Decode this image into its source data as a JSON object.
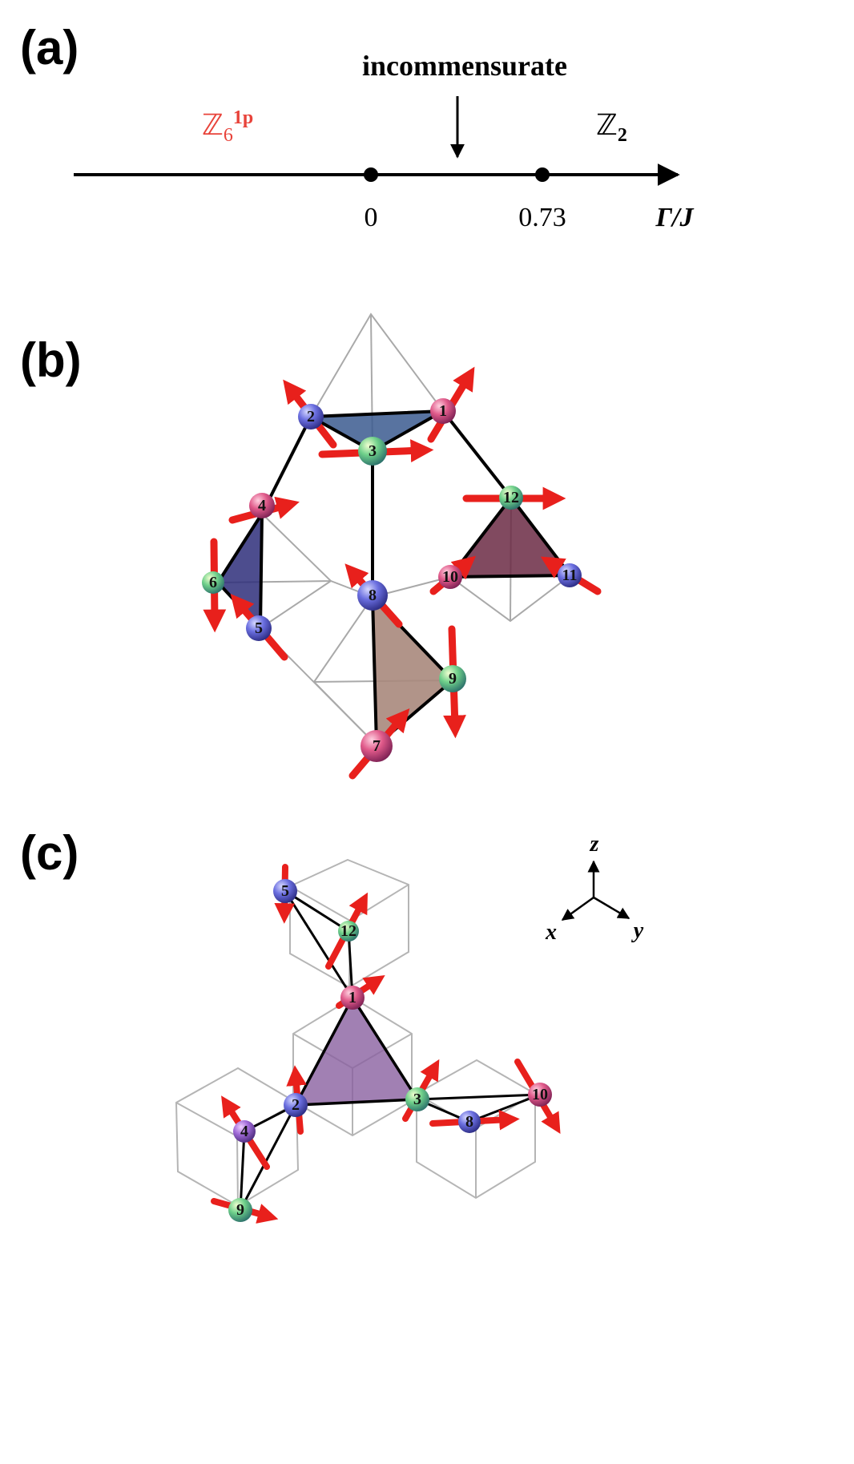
{
  "panels": {
    "a": "(a)",
    "b": "(b)",
    "c": "(c)"
  },
  "phase_diagram": {
    "annotation": "incommensurate",
    "left_phase": {
      "base": "ℤ",
      "sub": "6",
      "sup": "1p",
      "color": "#e8433a"
    },
    "right_phase": {
      "base": "ℤ",
      "sub": "2",
      "color": "#000000"
    },
    "ticks": [
      "0",
      "0.73"
    ],
    "axis_label": "Γ/J"
  },
  "axes_labels": {
    "z": "z",
    "x": "x",
    "y": "y"
  },
  "colors": {
    "spin": "#e8201c",
    "tri_blue": "#3b5a8f",
    "tri_purple": "#2e2e7a",
    "tri_maroon": "#6b2a44",
    "tri_tan": "#a8887c",
    "tri_lilac": "#8a60a0"
  },
  "sites_b": [
    "1",
    "2",
    "3",
    "4",
    "5",
    "6",
    "7",
    "8",
    "9",
    "10",
    "11",
    "12"
  ],
  "sites_c": [
    "5",
    "12",
    "1",
    "2",
    "3",
    "4",
    "8",
    "10",
    "9"
  ]
}
